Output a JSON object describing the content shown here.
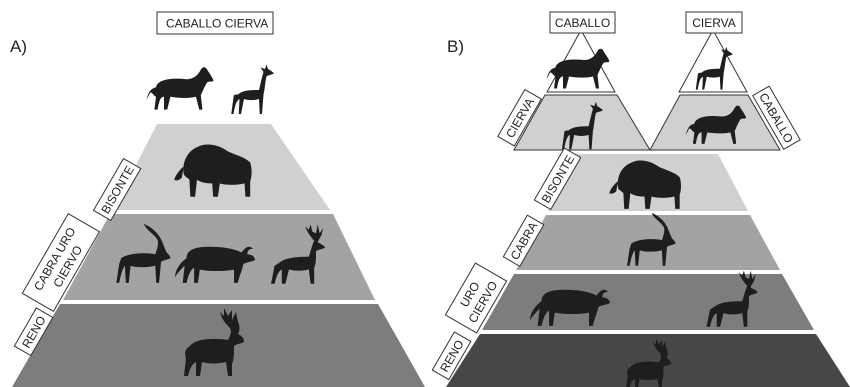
{
  "panels": {
    "a": {
      "letter": "A)",
      "top_label": "CABALLO   CIERVA",
      "tiers": [
        "BISONTE",
        "CABRA  URO",
        "CIERVO",
        "RENO"
      ]
    },
    "b": {
      "letter": "B)",
      "top_left_label": "CABALLO",
      "top_right_label": "CIERVA",
      "left_peak_label": "CIERVA",
      "right_peak_label": "CABALLO",
      "tiers": [
        "BISONTE",
        "CABRA",
        "URO",
        "CIERVO",
        "RENO"
      ]
    }
  },
  "colors": {
    "top": "#ffffff",
    "tier1": "#d0d0d0",
    "tier2": "#a3a3a3",
    "tier3": "#7d7d7d",
    "tier4": "#5c5c5c",
    "tier5": "#474747",
    "silhouette": "#1e1e1e"
  },
  "icons": [
    "horse-icon",
    "hind-icon",
    "bison-icon",
    "ibex-icon",
    "aurochs-icon",
    "stag-icon",
    "reindeer-icon"
  ]
}
